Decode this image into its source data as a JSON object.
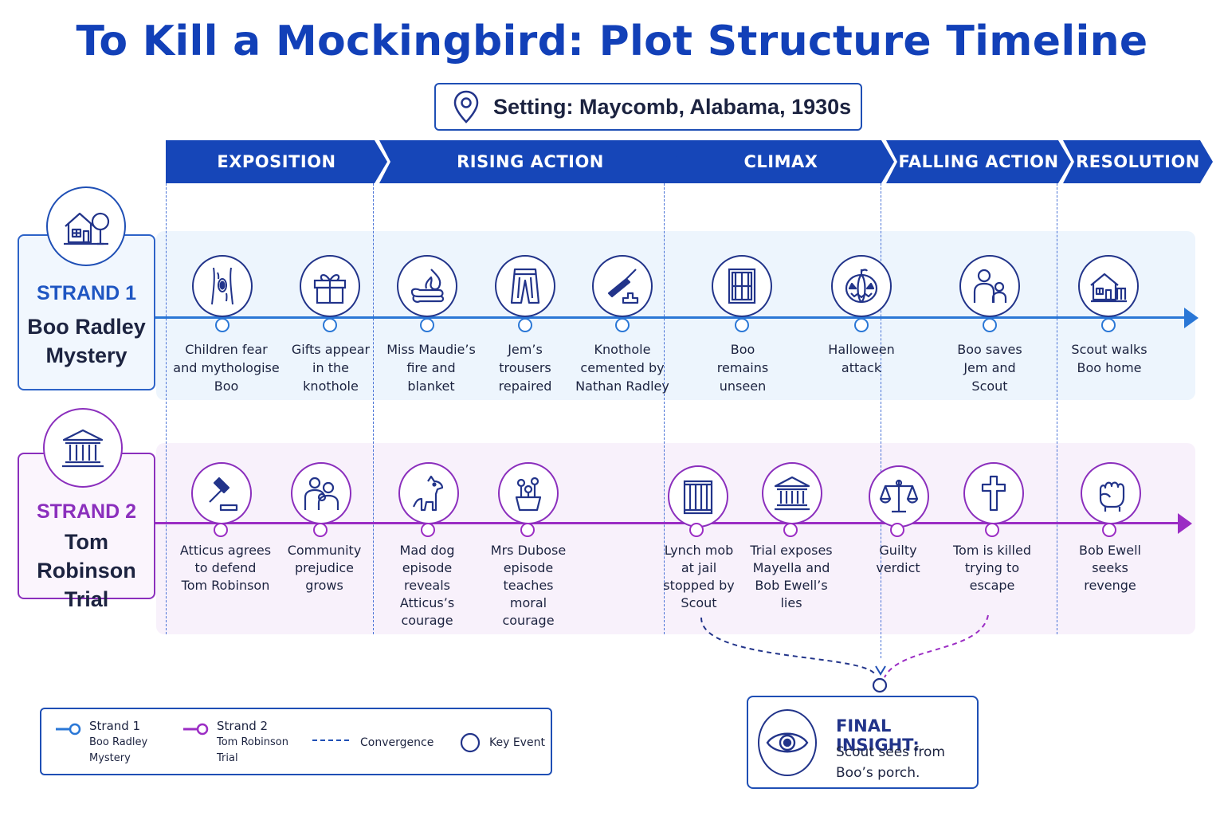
{
  "title": "To Kill a Mockingbird: Plot Structure Timeline",
  "setting": {
    "text": "Setting: Maycomb, Alabama, 1930s",
    "icon": "map-pin-icon"
  },
  "phases": [
    {
      "label": "EXPOSITION"
    },
    {
      "label": "RISING ACTION"
    },
    {
      "label": "CLIMAX"
    },
    {
      "label": "FALLING ACTION"
    },
    {
      "label": "RESOLUTION"
    }
  ],
  "strands": [
    {
      "number": "STRAND 1",
      "name": "Boo Radley\nMystery",
      "icon": "house-tree-icon",
      "color": "#2a77d6",
      "events": [
        {
          "label": "Children fear\nand mythologise\nBoo",
          "icon": "tree-knothole-icon"
        },
        {
          "label": "Gifts appear\nin the\nknothole",
          "icon": "gift-icon"
        },
        {
          "label": "Miss Maudie’s\nfire and\nblanket",
          "icon": "fire-blanket-icon"
        },
        {
          "label": "Jem’s\ntrousers\nrepaired",
          "icon": "trousers-icon"
        },
        {
          "label": "Knothole\ncemented by\nNathan Radley",
          "icon": "trowel-icon"
        },
        {
          "label": "Boo\nremains\nunseen",
          "icon": "window-icon"
        },
        {
          "label": "Halloween\nattack",
          "icon": "pumpkin-icon"
        },
        {
          "label": "Boo saves\nJem and\nScout",
          "icon": "adult-child-icon"
        },
        {
          "label": "Scout walks\nBoo home",
          "icon": "house-porch-icon"
        }
      ]
    },
    {
      "number": "STRAND 2",
      "name": "Tom Robinson\nTrial",
      "icon": "courthouse-icon",
      "color": "#9b2dc4",
      "events": [
        {
          "label": "Atticus agrees\nto defend\nTom Robinson",
          "icon": "gavel-icon"
        },
        {
          "label": "Community\nprejudice\ngrows",
          "icon": "group-icon"
        },
        {
          "label": "Mad dog\nepisode\nreveals\nAtticus’s\ncourage",
          "icon": "dog-icon"
        },
        {
          "label": "Mrs Dubose\nepisode\nteaches\nmoral\ncourage",
          "icon": "flower-pot-icon"
        },
        {
          "label": "Lynch mob\nat jail\nstopped by\nScout",
          "icon": "jail-icon"
        },
        {
          "label": "Trial exposes\nMayella and\nBob Ewell’s\nlies",
          "icon": "courthouse-icon"
        },
        {
          "label": "Guilty\nverdict",
          "icon": "scales-icon"
        },
        {
          "label": "Tom is killed\ntrying to\nescape",
          "icon": "cross-icon"
        },
        {
          "label": "Bob Ewell\nseeks\nrevenge",
          "icon": "fist-icon"
        }
      ]
    }
  ],
  "final_insight": {
    "title": "FINAL INSIGHT:",
    "text": "Scout sees from\nBoo’s porch.",
    "icon": "eye-icon"
  },
  "legend": {
    "strand1": {
      "title": "Strand 1",
      "sub": "Boo Radley\nMystery"
    },
    "strand2": {
      "title": "Strand 2",
      "sub": "Tom Robinson\nTrial"
    },
    "convergence": "Convergence",
    "key_event": "Key Event"
  },
  "colors": {
    "primary": "#1646b8",
    "strand1": "#2a77d6",
    "strand2": "#9b2dc4",
    "ink": "#1c2340"
  }
}
